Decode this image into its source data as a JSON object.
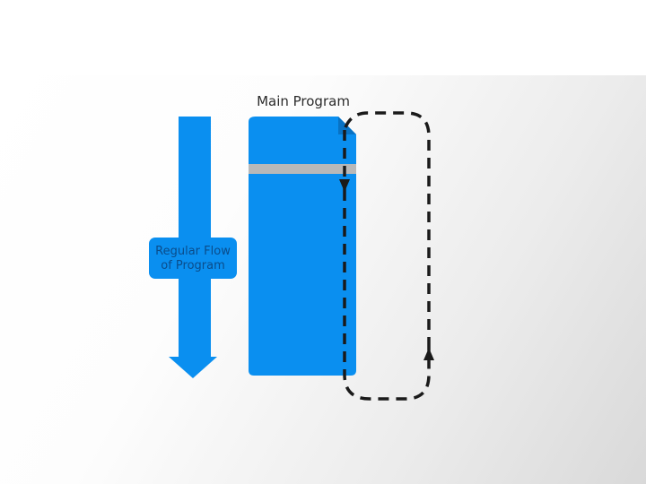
{
  "diagram": {
    "main_program_label": "Main Program",
    "flow_label_line1": "Regular Flow",
    "flow_label_line2": "of Program",
    "colors": {
      "block": "#0a8ff0",
      "block_fold": "#0872c4",
      "divider": "#b8b8b8",
      "arrow": "#0a8ff0",
      "loop": "#1a1a1a",
      "label_text": "#2b2b2b",
      "badge_text": "#0a4c8a"
    }
  }
}
